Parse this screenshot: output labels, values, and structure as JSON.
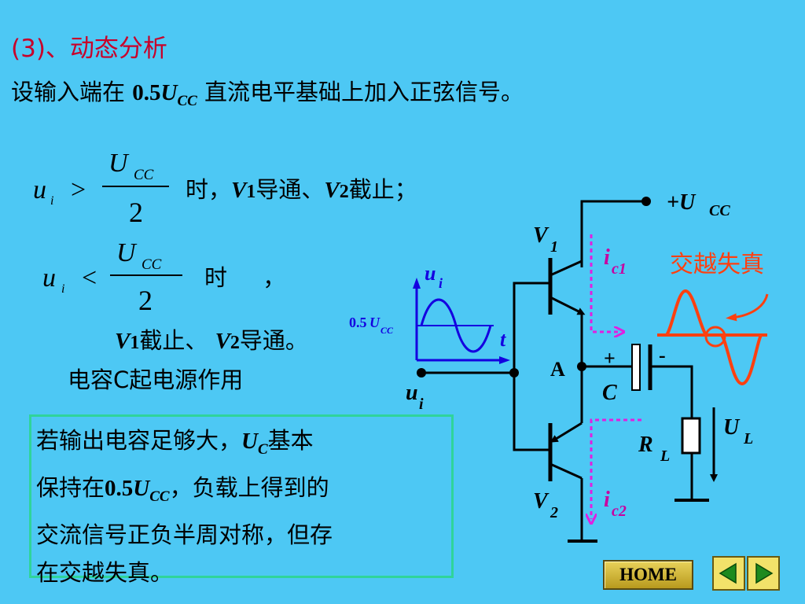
{
  "slide": {
    "section_title": "(3)、动态分析",
    "intro_prefix": "设输入端在",
    "intro_value": "0.5",
    "intro_symbol": "U",
    "intro_sub": "CC",
    "intro_suffix": "直流电平基础上加入正弦信号。"
  },
  "condition1": {
    "var": "u",
    "var_sub": "i",
    "op": ">",
    "num": "U",
    "num_sub": "CC",
    "den": "2",
    "text_when": "时，",
    "v1": "V",
    "v1_sub": "1",
    "text_v1": "导通、",
    "v2": "V",
    "v2_sub": "2",
    "text_v2": "截止；"
  },
  "condition2": {
    "var": "u",
    "var_sub": "i",
    "op": "<",
    "num": "U",
    "num_sub": "CC",
    "den": "2",
    "text_when": "时",
    "comma": "，",
    "v1": "V",
    "v1_sub": "1",
    "text_v1": "截止、",
    "v2": "V",
    "v2_sub": "2",
    "text_v2": "导通。",
    "cap_line": "电容C起电源作用"
  },
  "note": {
    "line1_a": "若输出电容足够大，",
    "line1_sym": "U",
    "line1_sub": "C",
    "line1_b": "基本",
    "line2_a": "保持在",
    "line2_val": "0.5",
    "line2_sym": "U",
    "line2_sub": "CC",
    "line2_b": "，负载上得到的",
    "line3": "交流信号正负半周对称，但存",
    "line4": "在交越失真。"
  },
  "circuit": {
    "vcc_label": "+U",
    "vcc_sub": "CC",
    "v1_label": "V",
    "v1_sub": "1",
    "v2_label": "V",
    "v2_sub": "2",
    "ic1_label": "i",
    "ic1_sub": "c1",
    "ic2_label": "i",
    "ic2_sub": "c2",
    "node_a": "A",
    "cap_label": "C",
    "cap_plus": "+",
    "cap_minus": "-",
    "rl_label": "R",
    "rl_sub": "L",
    "ul_label": "U",
    "ul_sub": "L",
    "ui_wave_label": "u",
    "ui_wave_sub": "i",
    "t_label": "t",
    "offset_val": "0.5",
    "offset_sym": "U",
    "offset_sub": "CC",
    "ui_input_label": "u",
    "ui_input_sub": "i",
    "distortion_label": "交越失真"
  },
  "colors": {
    "background": "#4DC8F4",
    "title": "#C8002A",
    "wave": "#1400E0",
    "current_arrow": "#E020E0",
    "distortion": "#FF4010",
    "note_border": "#2FD49A"
  },
  "nav": {
    "home_label": "HOME",
    "prev_icon": "triangle-left-icon",
    "next_icon": "triangle-right-icon"
  }
}
